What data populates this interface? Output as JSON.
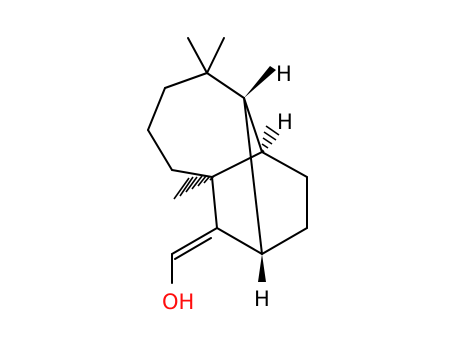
{
  "molecule": {
    "atom_labels": {
      "h_top": "H",
      "h_right": "H",
      "h_bottom": "H",
      "oh": "OH"
    },
    "colors": {
      "bond": "#000000",
      "heteroatom_oxygen": "#ff0d0d",
      "background": "#ffffff"
    }
  }
}
